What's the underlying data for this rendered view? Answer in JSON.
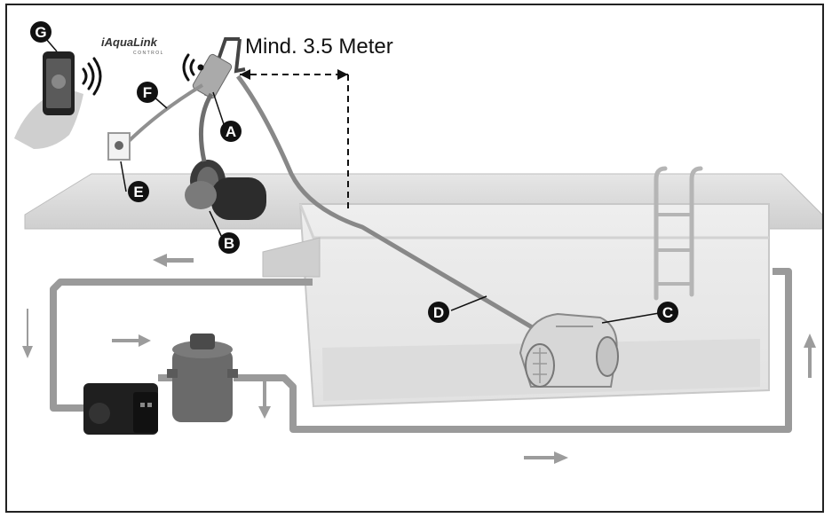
{
  "measurement_label": "Mind. 3.5 Meter",
  "brand": {
    "name": "iAquaLink",
    "sub": "CONTROL"
  },
  "callouts": [
    {
      "id": "A",
      "label": "A"
    },
    {
      "id": "B",
      "label": "B"
    },
    {
      "id": "C",
      "label": "C"
    },
    {
      "id": "D",
      "label": "D"
    },
    {
      "id": "E",
      "label": "E"
    },
    {
      "id": "F",
      "label": "F"
    },
    {
      "id": "G",
      "label": "G"
    }
  ],
  "colors": {
    "pool_deck": "#d8d8d8",
    "water": "#e9e9e9",
    "pipe": "#9a9a9a",
    "cable": "#888888",
    "arrow": "#9c9c9c",
    "callout_bg": "#111111",
    "equipment_dark": "#2a2a2a"
  },
  "icons": {
    "wifi": "wifi-signal-icon",
    "flow": "flow-arrow-icon"
  }
}
